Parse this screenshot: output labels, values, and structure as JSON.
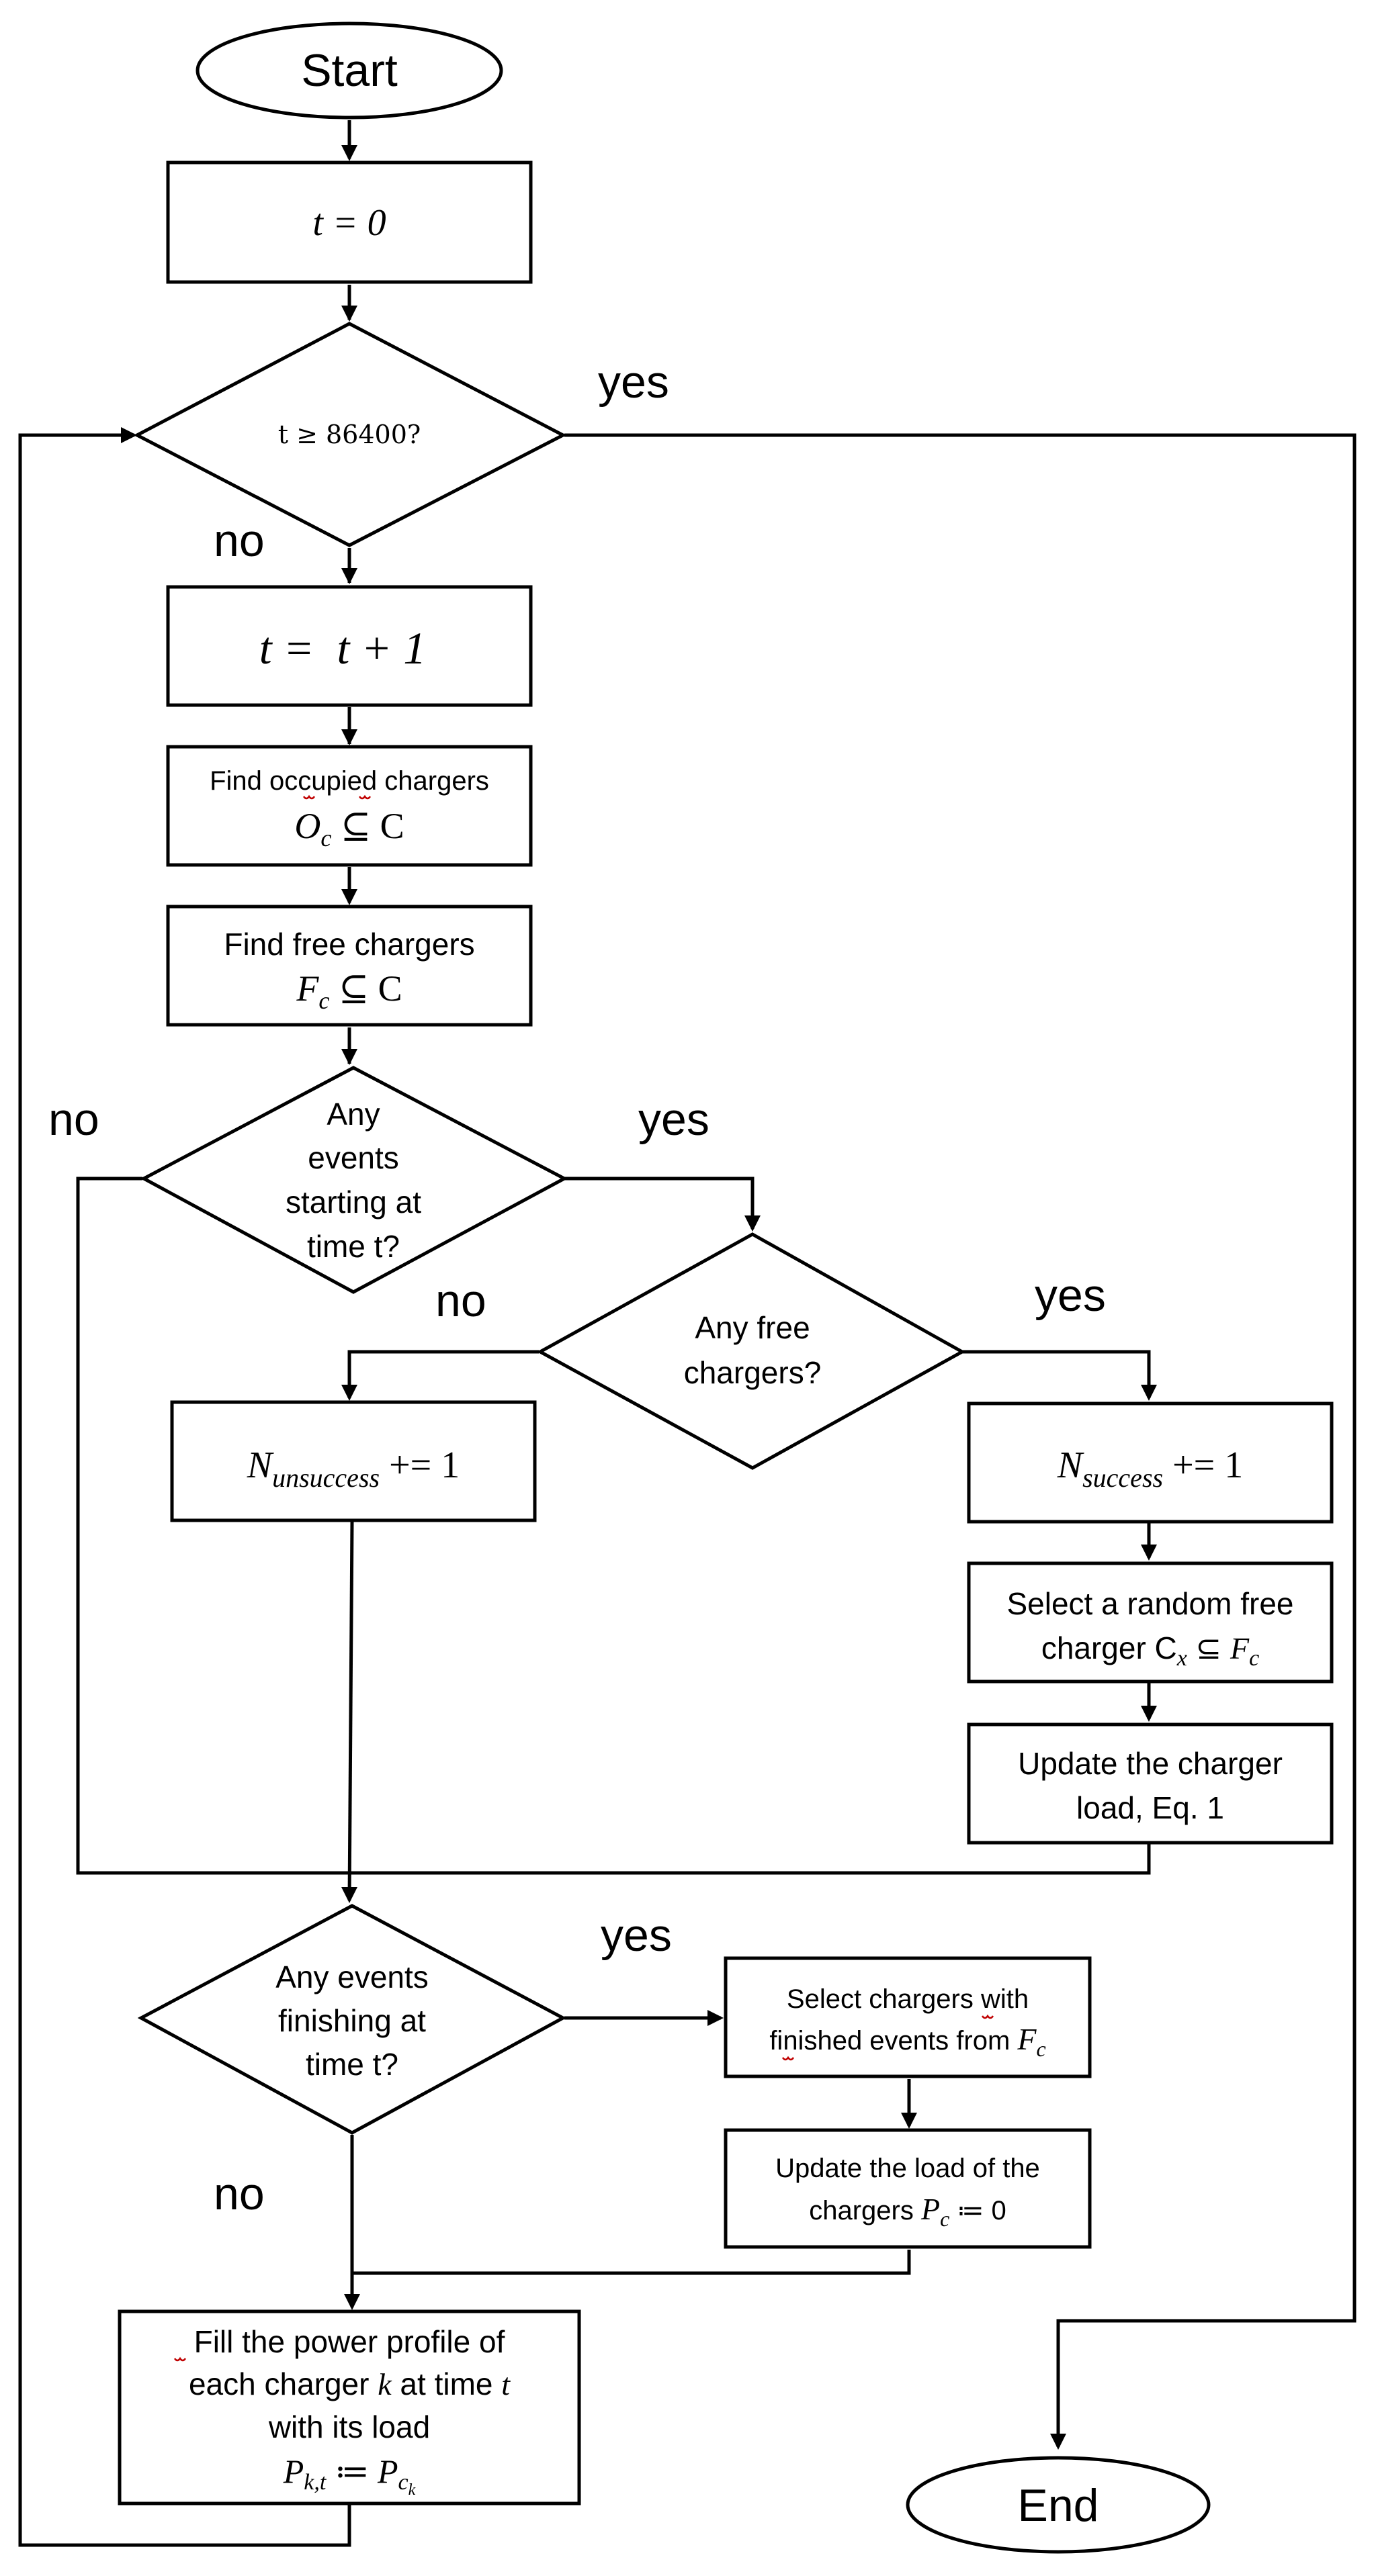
{
  "nodes": {
    "start": "Start",
    "end": "End",
    "init": "t = 0",
    "cond_time": "t ≥ 86400?",
    "increment": "t =  t + 1",
    "find_occupied": {
      "line1": "Find occupied chargers",
      "line2": "O_c ⊆ C"
    },
    "find_free": {
      "line1": "Find free chargers",
      "line2": "F_c ⊆ C"
    },
    "cond_events_start": {
      "line1": "Any",
      "line2": "events",
      "line3": "starting at",
      "line4": "time t?"
    },
    "cond_free_chargers": {
      "line1": "Any free",
      "line2": "chargers?"
    },
    "unsuccess": "N_unsuccess += 1",
    "success": "N_success += 1",
    "select_random": {
      "line1": "Select a random free",
      "line2": "charger C_x ⊆ F_c"
    },
    "update_load": {
      "line1": "Update the charger",
      "line2": "load, Eq. 1"
    },
    "cond_events_finish": {
      "line1": "Any events",
      "line2": "finishing at",
      "line3": "time t?"
    },
    "select_finished": {
      "line1": "Select chargers with",
      "line2": "finished events from F_c"
    },
    "update_zero": {
      "line1": "Update the load of the",
      "line2": "chargers P_c ≔ 0"
    },
    "fill_profile": {
      "line1": "Fill the power profile of",
      "line2": "each charger k at time t",
      "line3": "with its load",
      "line4": "P_k,t ≔ P_c_k"
    }
  },
  "edge_labels": {
    "time_yes": "yes",
    "time_no": "no",
    "start_events_no": "no",
    "start_events_yes": "yes",
    "free_no": "no",
    "free_yes": "yes",
    "finish_yes": "yes",
    "finish_no": "no"
  }
}
